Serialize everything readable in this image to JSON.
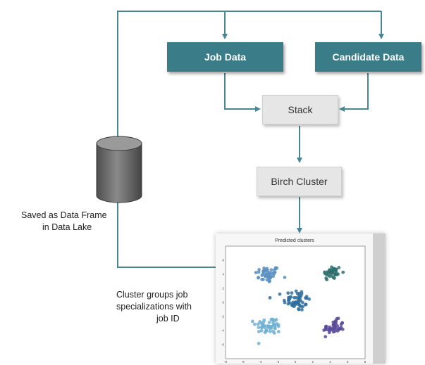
{
  "nodes": {
    "job_data": "Job Data",
    "candidate_data": "Candidate Data",
    "stack": "Stack",
    "birch_cluster": "Birch Cluster"
  },
  "labels": {
    "saved_line1": "Saved as Data Frame",
    "saved_line2": "in Data Lake",
    "cluster_line1": "Cluster groups job",
    "cluster_line2": "specializations with",
    "cluster_line3": "job ID"
  },
  "colors": {
    "teal": "#3a7d88",
    "arrow": "#4a8794",
    "cylinder": "#6b6b6b"
  },
  "chart_data": {
    "type": "scatter",
    "title": "Predicted clusters",
    "xlabel": "",
    "ylabel": "",
    "xlim": [
      -8,
      8
    ],
    "ylim": [
      -8,
      8
    ],
    "xticks": [
      "-8",
      "-6",
      "-4",
      "-2",
      "0",
      "2",
      "4",
      "6",
      "8"
    ],
    "yticks": [
      "6",
      "4",
      "2",
      "0",
      "-2",
      "-4",
      "-6"
    ],
    "grid": false,
    "series": [
      {
        "color": "#5b8fbf",
        "center": [
          -3.2,
          4.0
        ],
        "spread": [
          1.3,
          1.1
        ],
        "count": 45
      },
      {
        "color": "#2f6f9f",
        "center": [
          0.2,
          0.3
        ],
        "spread": [
          1.4,
          1.4
        ],
        "count": 55
      },
      {
        "color": "#2f6f6f",
        "center": [
          4.2,
          4.2
        ],
        "spread": [
          1.0,
          1.0
        ],
        "count": 40
      },
      {
        "color": "#6fb0d2",
        "center": [
          -3.0,
          -3.3
        ],
        "spread": [
          1.4,
          1.1
        ],
        "count": 50
      },
      {
        "color": "#5a4a9a",
        "center": [
          4.4,
          -3.6
        ],
        "spread": [
          1.1,
          1.0
        ],
        "count": 45
      }
    ]
  }
}
